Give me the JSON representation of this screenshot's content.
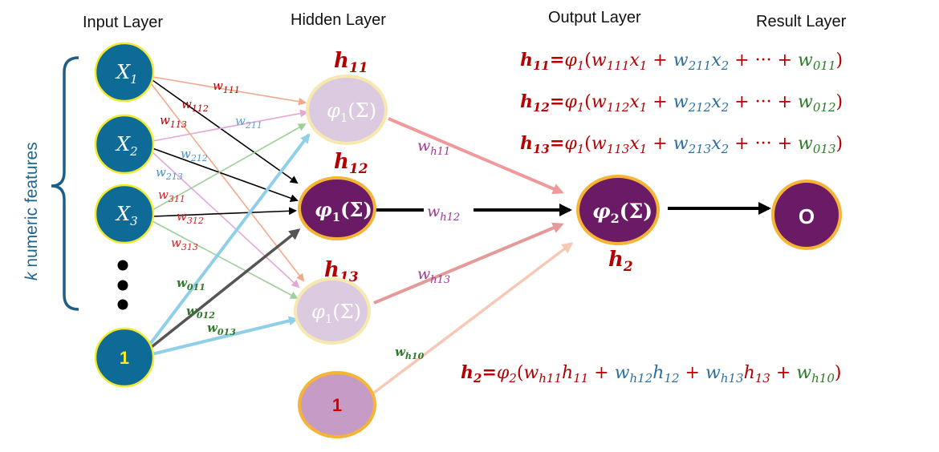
{
  "headers": {
    "input": "Input Layer",
    "hidden": "Hidden Layer",
    "output": "Output Layer",
    "result": "Result Layer"
  },
  "side_label": {
    "k": "k",
    "text": " numeric features"
  },
  "input_nodes": {
    "x1": {
      "base": "X",
      "sub": "1"
    },
    "x2": {
      "base": "X",
      "sub": "2"
    },
    "x3": {
      "base": "X",
      "sub": "3"
    },
    "bias": "1"
  },
  "hidden_nodes": {
    "h11": {
      "label": "h",
      "sub": "11",
      "fn": "φ",
      "fnsub": "1",
      "arg": "(Σ)"
    },
    "h12": {
      "label": "h",
      "sub": "12",
      "fn": "φ",
      "fnsub": "1",
      "arg": "(Σ)"
    },
    "h13": {
      "label": "h",
      "sub": "13",
      "fn": "φ",
      "fnsub": "1",
      "arg": "(Σ)"
    },
    "bias": "1"
  },
  "output_node": {
    "label": "h",
    "sub": "2",
    "fn": "φ",
    "fnsub": "2",
    "arg": "(Σ)"
  },
  "result_node": "O",
  "weights": {
    "w111": {
      "b": "w",
      "s": "111"
    },
    "w112": {
      "b": "w",
      "s": "112"
    },
    "w113": {
      "b": "w",
      "s": "113"
    },
    "w211": {
      "b": "w",
      "s": "211"
    },
    "w212": {
      "b": "w",
      "s": "212"
    },
    "w213": {
      "b": "w",
      "s": "213"
    },
    "w311": {
      "b": "w",
      "s": "311"
    },
    "w312": {
      "b": "w",
      "s": "312"
    },
    "w313": {
      "b": "w",
      "s": "313"
    },
    "w011": {
      "b": "w",
      "s": "011"
    },
    "w012": {
      "b": "w",
      "s": "012"
    },
    "w013": {
      "b": "w",
      "s": "013"
    },
    "wh11": {
      "b": "w",
      "s": "h11"
    },
    "wh12": {
      "b": "w",
      "s": "h12"
    },
    "wh13": {
      "b": "w",
      "s": "h13"
    },
    "wh10": {
      "b": "w",
      "s": "h10"
    }
  },
  "equations": {
    "e1": {
      "lhs": "h",
      "lhs_sub": "11",
      "eq": "=",
      "fn": "φ",
      "fn_sub": "1",
      "open": "(",
      "t1": "w",
      "t1s": "111",
      "x1": "x",
      "x1s": "1",
      "plus1": " + ",
      "t2": "w",
      "t2s": "211",
      "x2": "x",
      "x2s": "2",
      "plus2": " + ··· + ",
      "t0": "w",
      "t0s": "011",
      "close": ")"
    },
    "e2": {
      "lhs": "h",
      "lhs_sub": "12",
      "eq": "=",
      "fn": "φ",
      "fn_sub": "1",
      "open": "(",
      "t1": "w",
      "t1s": "112",
      "x1": "x",
      "x1s": "1",
      "plus1": " + ",
      "t2": "w",
      "t2s": "212",
      "x2": "x",
      "x2s": "2",
      "plus2": " + ··· + ",
      "t0": "w",
      "t0s": "012",
      "close": ")"
    },
    "e3": {
      "lhs": "h",
      "lhs_sub": "13",
      "eq": "=",
      "fn": "φ",
      "fn_sub": "1",
      "open": "(",
      "t1": "w",
      "t1s": "113",
      "x1": "x",
      "x1s": "1",
      "plus1": " + ",
      "t2": "w",
      "t2s": "213",
      "x2": "x",
      "x2s": "2",
      "plus2": " + ··· + ",
      "t0": "w",
      "t0s": "013",
      "close": ")"
    },
    "e4": {
      "lhs": "h",
      "lhs_sub": "2",
      "eq": "=",
      "fn": "φ",
      "fn_sub": "2",
      "open": "(",
      "a": "w",
      "as": "h11",
      "ah": "h",
      "ahs": "11",
      "p1": " + ",
      "b": "w",
      "bs": "h12",
      "bh": "h",
      "bhs": "12",
      "p2": " + ",
      "c": "w",
      "cs": "h13",
      "ch": "h",
      "chs": "13",
      "p3": " + ",
      "d": "w",
      "ds": "h10",
      "close": ")"
    }
  },
  "colors": {
    "input_fill": "#0e6a96",
    "node_border": "#f2ea2e",
    "hidden_light": "#dccbe0",
    "hidden_dark": "#6b1a66",
    "output_fill": "#6b1a66",
    "orange_border": "#f5b435",
    "bias_hidden_fill": "#c69cc6",
    "red_label": "#b40000",
    "blue_label": "#2c6f9e",
    "green_label": "#2e7a2a",
    "magenta_label": "#a0378f"
  }
}
